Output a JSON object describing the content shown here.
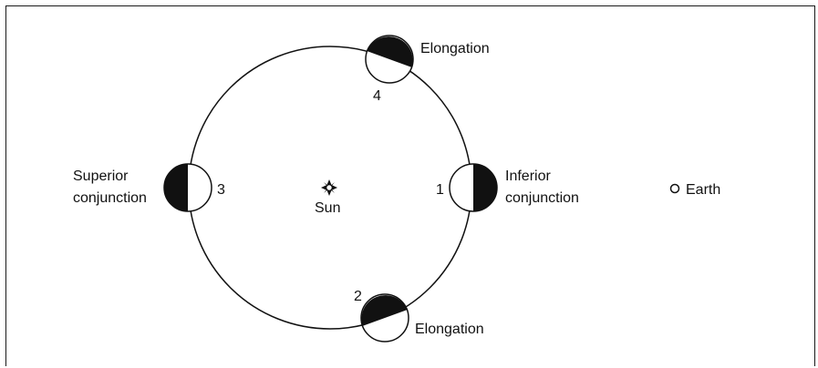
{
  "labels": {
    "elongation_top": "Elongation",
    "elongation_bottom": "Elongation",
    "superior_line1": "Superior",
    "superior_line2": "conjunction",
    "inferior_line1": "Inferior",
    "inferior_line2": "conjunction",
    "sun": "Sun",
    "earth": "Earth",
    "pos1": "1",
    "pos2": "2",
    "pos3": "3",
    "pos4": "4"
  },
  "colors": {
    "stroke": "#111111",
    "shadow": "#111111",
    "lit": "#ffffff"
  }
}
